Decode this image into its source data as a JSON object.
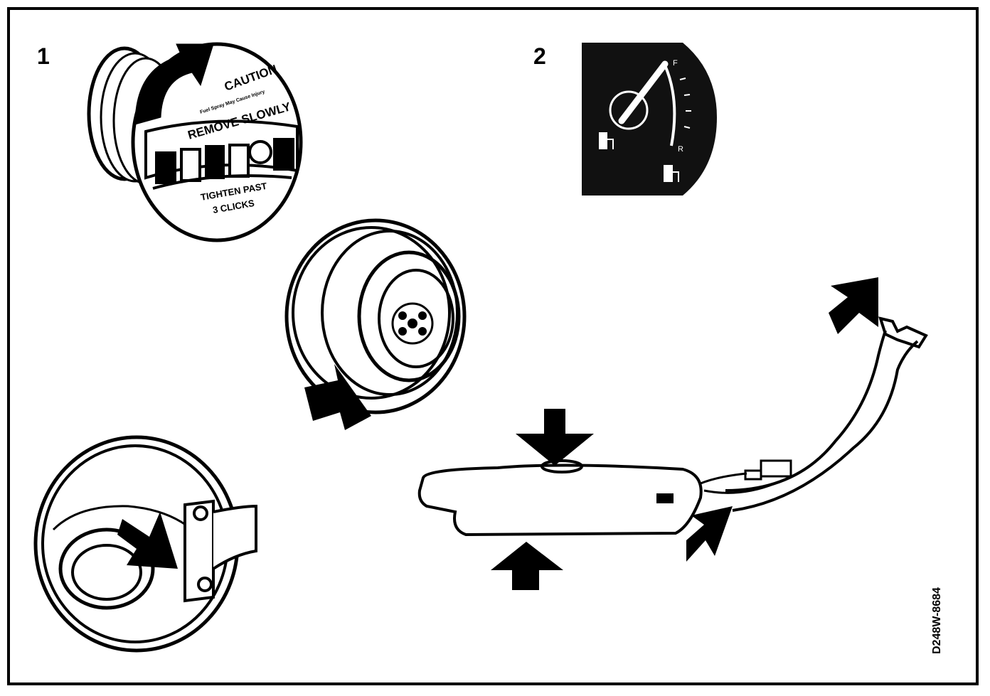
{
  "panels": [
    {
      "number": "1"
    },
    {
      "number": "2"
    }
  ],
  "fuel_cap": {
    "caution": "CAUTION",
    "warning_small": "Fuel Spray May Cause Injury",
    "remove": "REMOVE SLOWLY",
    "tighten_line1": "TIGHTEN PAST",
    "tighten_line2": "3 CLICKS"
  },
  "fuel_gauge": {
    "full_mark": "F",
    "reserve_mark": "R"
  },
  "figure_code": "D248W-8684",
  "colors": {
    "ink": "#000000",
    "paper": "#ffffff",
    "gauge_face": "#111111"
  },
  "icons": [
    "fuel-pump-icon",
    "arrow-icon"
  ]
}
